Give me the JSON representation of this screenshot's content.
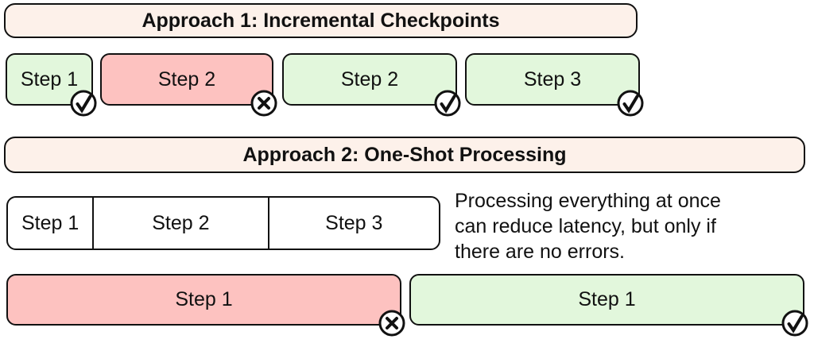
{
  "colors": {
    "banner_bg": "#fdf1ea",
    "success_bg": "#e2f7dc",
    "error_bg": "#fdc2c0",
    "neutral_bg": "#ffffff",
    "outline": "#111111"
  },
  "approach1": {
    "title": "Approach 1: Incremental Checkpoints",
    "steps": [
      {
        "label": "Step 1",
        "status": "success",
        "icon": "check-icon"
      },
      {
        "label": "Step 2",
        "status": "error",
        "icon": "x-icon"
      },
      {
        "label": "Step 2",
        "status": "success",
        "icon": "check-icon"
      },
      {
        "label": "Step 3",
        "status": "success",
        "icon": "check-icon"
      }
    ]
  },
  "approach2": {
    "title": "Approach 2: One-Shot Processing",
    "pipeline": [
      "Step 1",
      "Step 2",
      "Step 3"
    ],
    "caption_lines": [
      "Processing everything at once",
      "can reduce latency, but only if",
      "there are no errors."
    ],
    "attempts": [
      {
        "label": "Step 1",
        "status": "error",
        "icon": "x-icon"
      },
      {
        "label": "Step 1",
        "status": "success",
        "icon": "check-icon"
      }
    ]
  }
}
